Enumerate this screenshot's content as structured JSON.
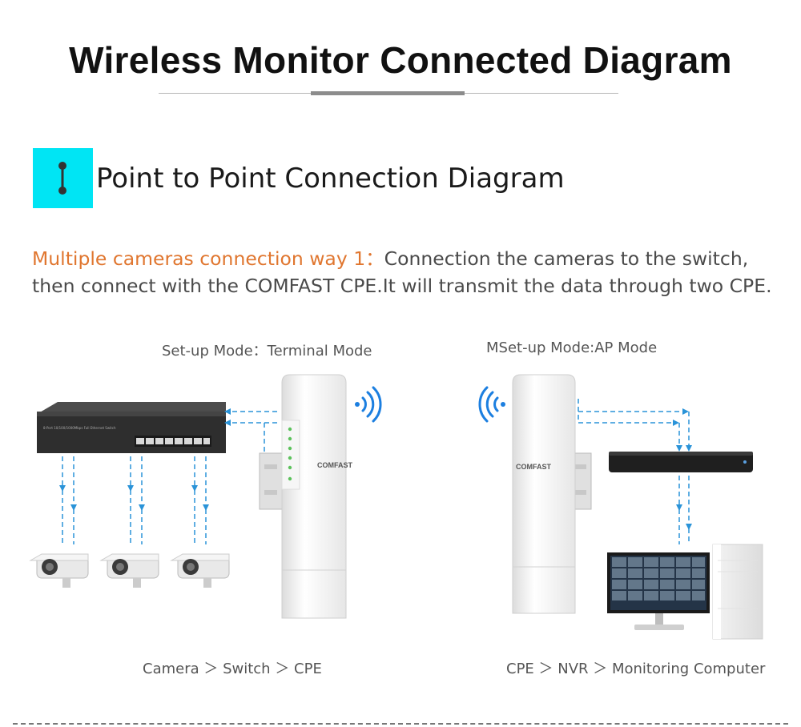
{
  "header": {
    "title": "Wireless Monitor Connected Diagram"
  },
  "section": {
    "title": "Point to Point Connection Diagram",
    "icon": "link-icon",
    "accent_color": "#00e5f4"
  },
  "description": {
    "highlight": "Multiple cameras connection way 1：",
    "highlight_color": "#e0762f",
    "text_line1": "Connection the cameras to the switch,",
    "text_line2": "then connect with the COMFAST CPE.It will transmit the data through two CPE."
  },
  "left_diagram": {
    "mode_label": "Set-up Mode：Terminal Mode",
    "device_brand": "COMFAST",
    "flow_caption": "Camera ＞ Switch ＞ CPE",
    "camera_count": 3
  },
  "right_diagram": {
    "mode_label": "MSet-up Mode:AP Mode",
    "device_brand": "COMFAST",
    "flow_caption": "CPE ＞ NVR ＞ Monitoring Computer"
  },
  "colors": {
    "arrow": "#2a93d8",
    "wifi": "#1c7fe0"
  }
}
